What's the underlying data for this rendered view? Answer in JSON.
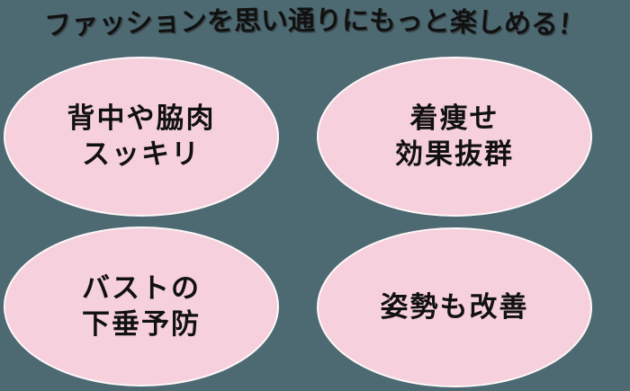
{
  "title": {
    "text": "ファッションを思い通りにもっと楽しめる！"
  },
  "bubbles": [
    {
      "name": "back-and-side-fat-slimming",
      "text": "背中や脇肉\nスッキリ"
    },
    {
      "name": "slimming-look-effect",
      "text": "着痩せ\n効果抜群"
    },
    {
      "name": "bust-sag-prevention",
      "text": "バストの\n下垂予防"
    },
    {
      "name": "posture-improvement",
      "text": "姿勢も改善"
    }
  ],
  "colors": {
    "background": "#4d6971",
    "bubble_fill": "#f6d0dc",
    "bubble_outline": "#ffffff",
    "text": "#111111"
  }
}
